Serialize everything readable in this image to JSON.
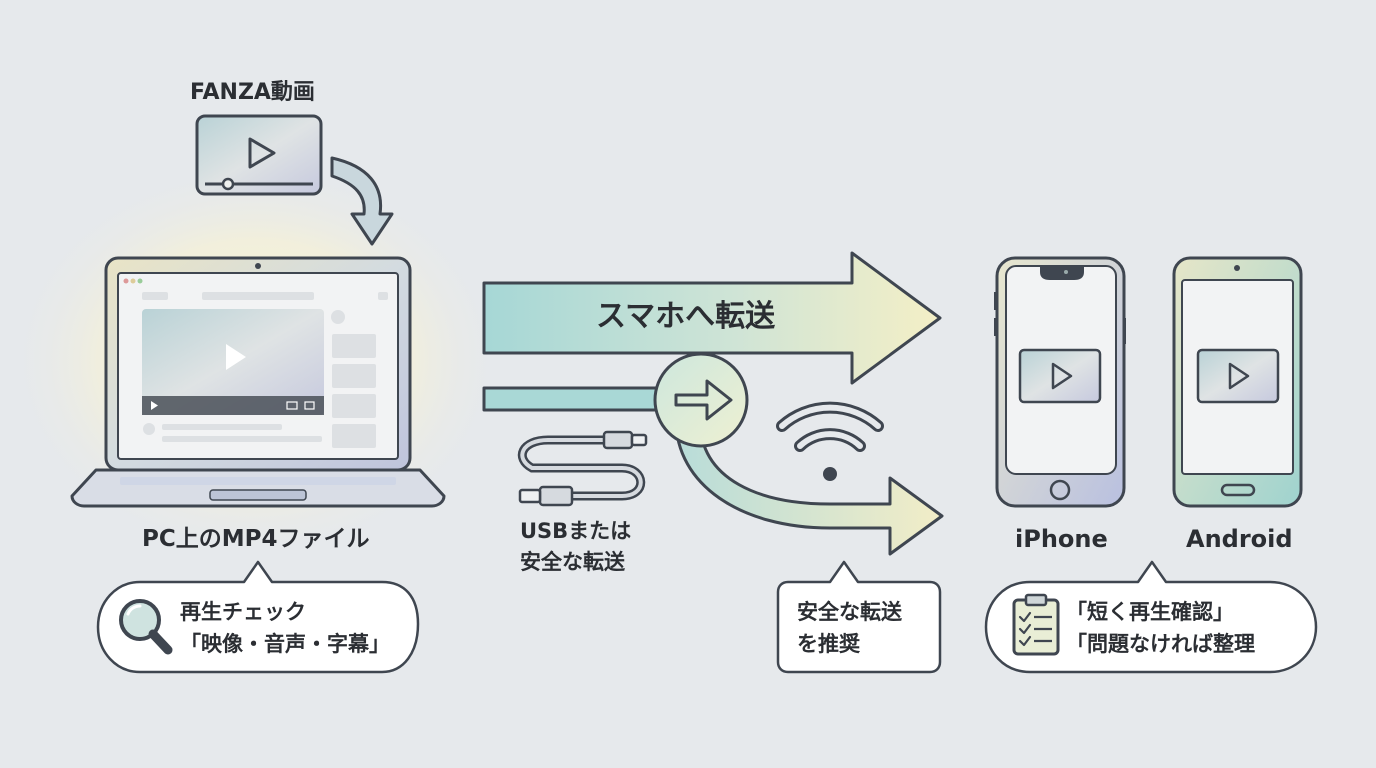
{
  "source": {
    "title": "FANZA動画"
  },
  "pc": {
    "label": "PC上のMP4ファイル",
    "callout": {
      "icon": "magnifier-icon",
      "lines": [
        "再生チェック",
        "「映像・音声・字幕」"
      ]
    }
  },
  "transfer": {
    "label": "スマホへ転送",
    "cable_label_lines": [
      "USBまたは",
      "安全な転送"
    ],
    "callout": {
      "lines": [
        "安全な転送",
        "を推奨"
      ]
    }
  },
  "devices": {
    "iphone": {
      "label": "iPhone"
    },
    "android": {
      "label": "Android"
    },
    "callout": {
      "icon": "clipboard-checklist-icon",
      "lines": [
        "「短く再生確認」",
        "「問題なければ整理"
      ]
    }
  },
  "colors": {
    "background": "#e6e9ec",
    "outline": "#3f4650",
    "arrow_teal": "#a9d8d6",
    "arrow_yellow": "#f1ecc4",
    "text": "#2b2e33"
  }
}
